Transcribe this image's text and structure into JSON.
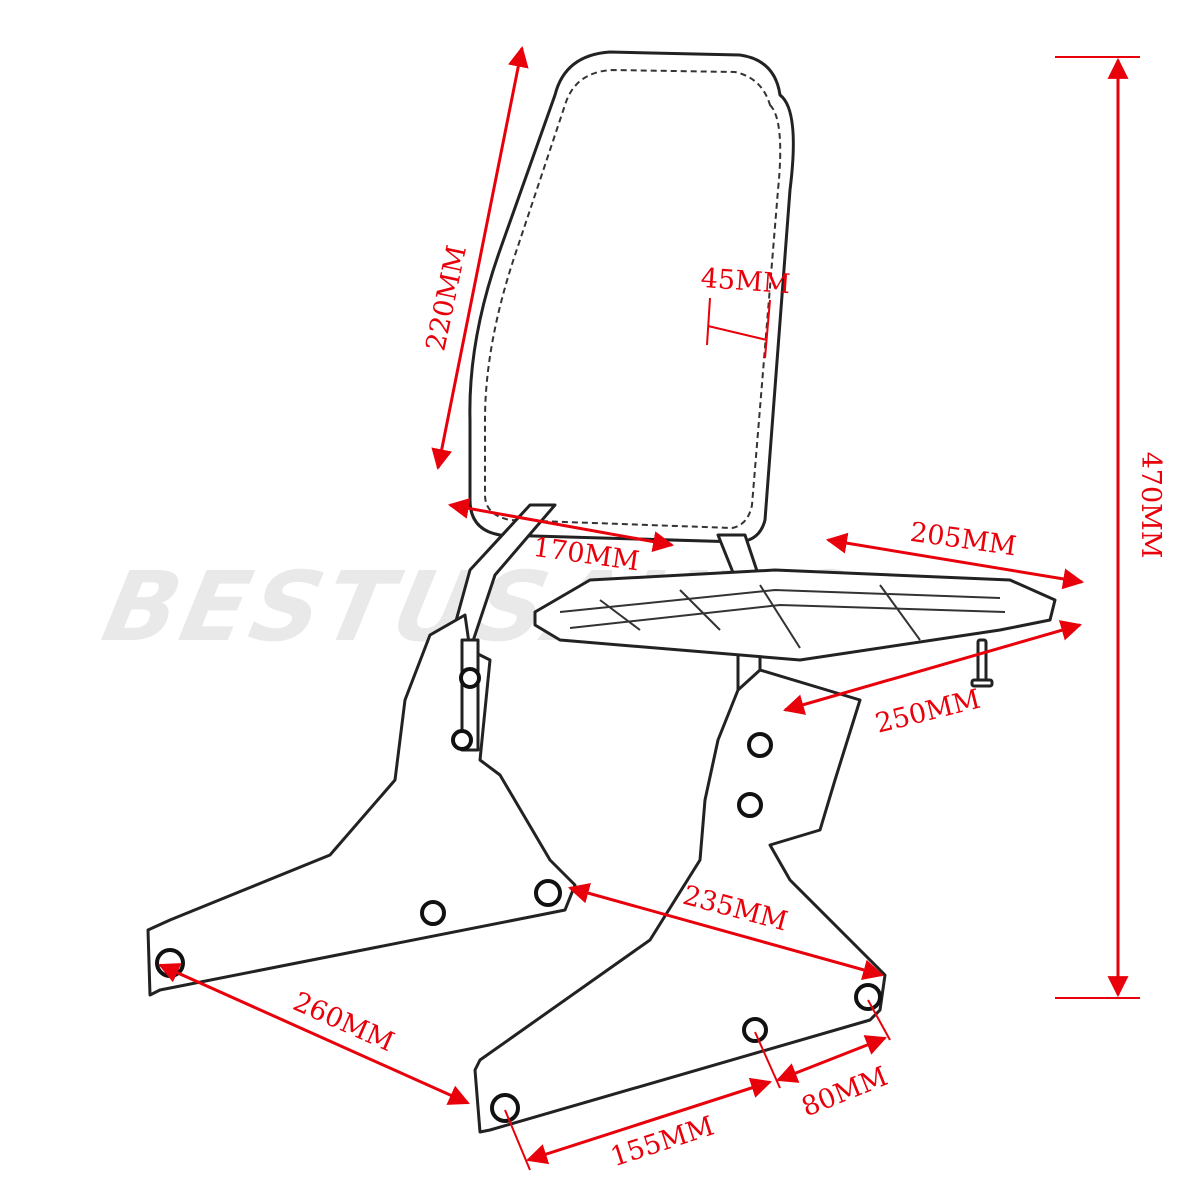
{
  "watermark": "BESTUSAUTO",
  "colors": {
    "dimension": "#e8000b",
    "outline": "#222222",
    "watermark": "#e9e9e9"
  },
  "dimensions": {
    "pad_height": "220MM",
    "pad_thickness": "45MM",
    "upright_width": "170MM",
    "rack_length": "205MM",
    "rack_width": "250MM",
    "overall_height": "470MM",
    "mount_hole_span": "235MM",
    "side_plate_span": "260MM",
    "rear_hole_spacing": "80MM",
    "front_hole_spacing": "155MM"
  }
}
